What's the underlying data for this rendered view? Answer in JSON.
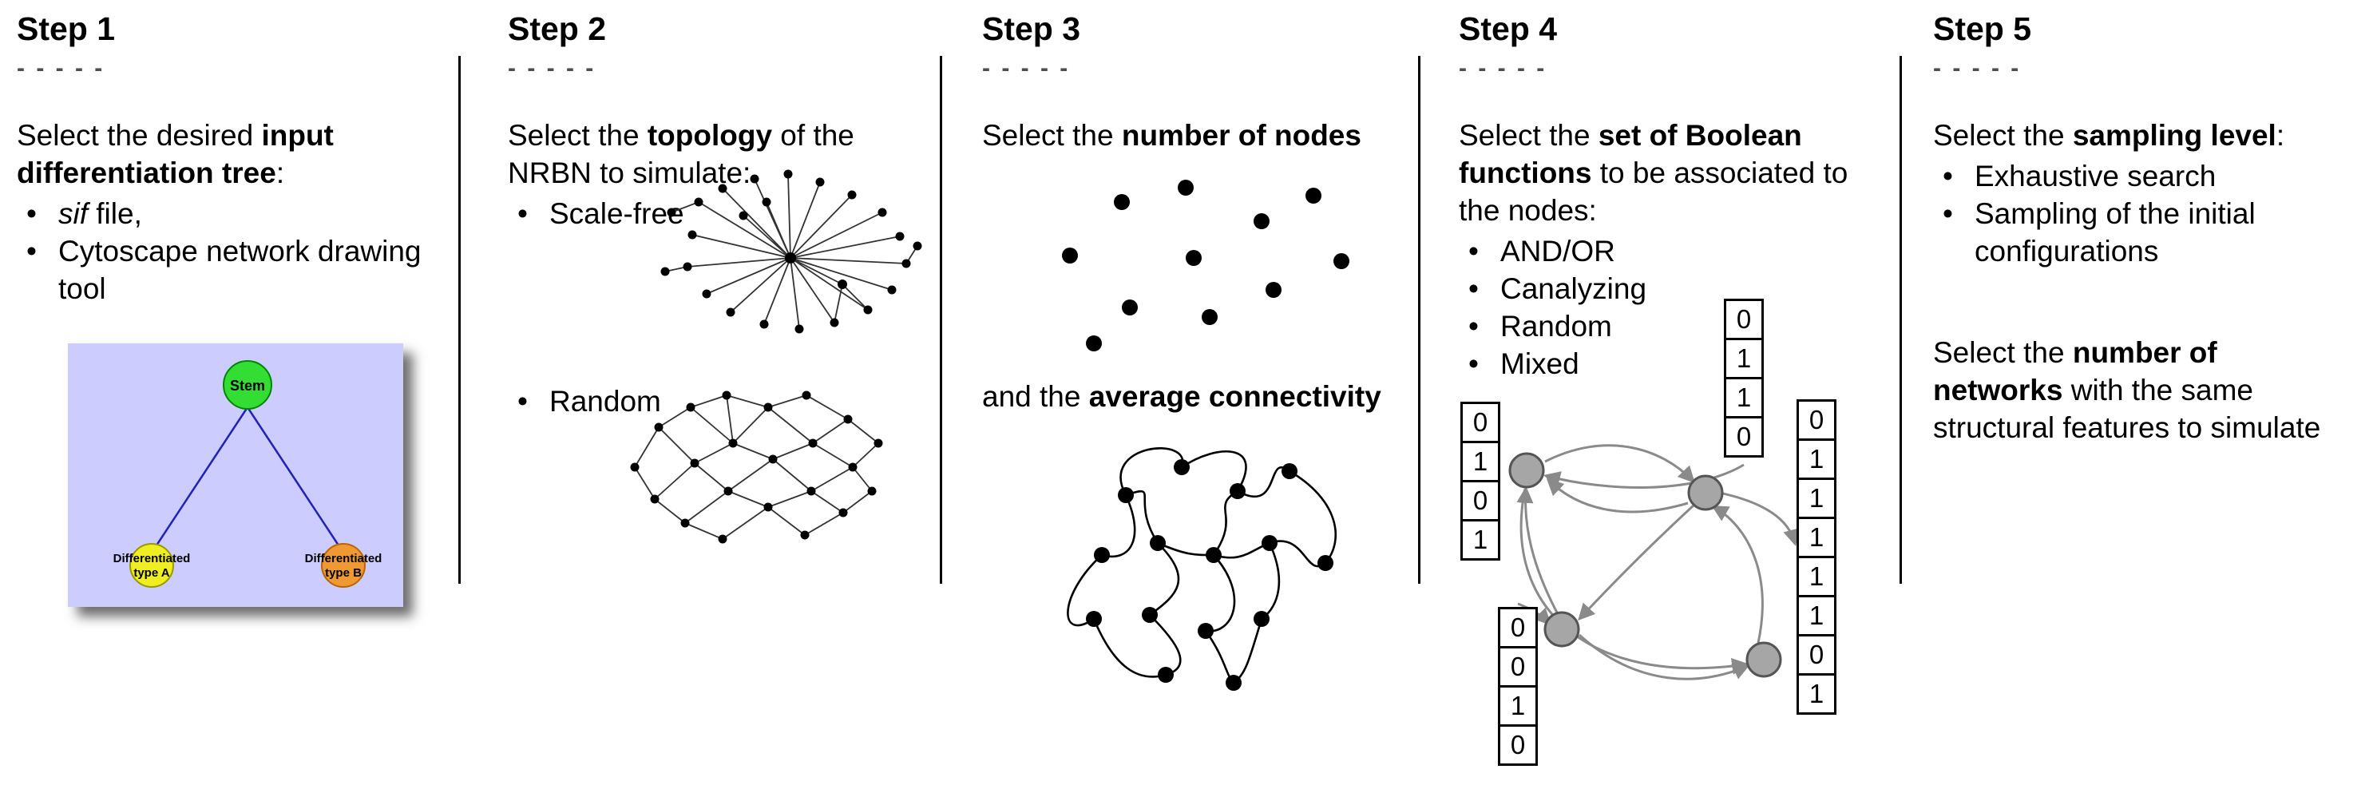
{
  "bullet_glyph": "•",
  "steps": [
    {
      "title": "Step 1",
      "dashes": "- - - - -",
      "intro": [
        {
          "t": "Select the desired "
        },
        {
          "t": "input differentiation tree",
          "b": true
        },
        {
          "t": ":"
        }
      ],
      "bullets": [
        {
          "segments": [
            {
              "t": "sif",
              "i": true
            },
            {
              "t": " file,"
            }
          ]
        },
        {
          "segments": [
            {
              "t": "Cytoscape network drawing tool"
            }
          ]
        }
      ],
      "tree": {
        "background": "#ccccff",
        "edge_color": "#2222bb",
        "stem": {
          "label": "Stem",
          "color": "#33dd33"
        },
        "type_a": {
          "line1": "Differentiated",
          "line2": "type A",
          "color": "#eeee22"
        },
        "type_b": {
          "line1": "Differentiated",
          "line2": "type B",
          "color": "#ee9933"
        }
      }
    },
    {
      "title": "Step 2",
      "dashes": "- - - - -",
      "intro": [
        {
          "t": "Select the "
        },
        {
          "t": "topology",
          "b": true
        },
        {
          "t": " of the NRBN to simulate:"
        }
      ],
      "bullets": [
        {
          "segments": [
            {
              "t": "Scale-free"
            }
          ]
        },
        {
          "segments": [
            {
              "t": "Random"
            }
          ]
        }
      ]
    },
    {
      "title": "Step 3",
      "dashes": "- - - - -",
      "intro": [
        {
          "t": "Select the "
        },
        {
          "t": "number of nodes",
          "b": true
        }
      ],
      "mid": [
        {
          "t": "and the "
        },
        {
          "t": "average connectivity",
          "b": true
        }
      ]
    },
    {
      "title": "Step 4",
      "dashes": "- - - - -",
      "intro": [
        {
          "t": "Select the "
        },
        {
          "t": "set of Boolean functions",
          "b": true
        },
        {
          "t": " to be associated to the nodes:"
        }
      ],
      "bullets": [
        {
          "segments": [
            {
              "t": "AND/OR"
            }
          ]
        },
        {
          "segments": [
            {
              "t": "Canalyzing"
            }
          ]
        },
        {
          "segments": [
            {
              "t": "Random"
            }
          ]
        },
        {
          "segments": [
            {
              "t": "Mixed"
            }
          ]
        }
      ],
      "node_color": "#a6a6a6",
      "truth_tables": {
        "top": [
          "0",
          "1",
          "1",
          "0"
        ],
        "left": [
          "0",
          "1",
          "0",
          "1"
        ],
        "bottom_left": [
          "0",
          "0",
          "1",
          "0"
        ],
        "right": [
          "0",
          "1",
          "1",
          "1",
          "1",
          "1",
          "0",
          "1"
        ]
      }
    },
    {
      "title": "Step 5",
      "dashes": "- - - - -",
      "intro": [
        {
          "t": "Select the "
        },
        {
          "t": "sampling level",
          "b": true
        },
        {
          "t": ":"
        }
      ],
      "bullets": [
        {
          "segments": [
            {
              "t": "Exhaustive search"
            }
          ]
        },
        {
          "segments": [
            {
              "t": "Sampling of the initial configurations"
            }
          ]
        }
      ],
      "second": [
        {
          "t": "Select the "
        },
        {
          "t": "number of networks",
          "b": true
        },
        {
          "t": " with the same structural features to simulate"
        }
      ]
    }
  ]
}
